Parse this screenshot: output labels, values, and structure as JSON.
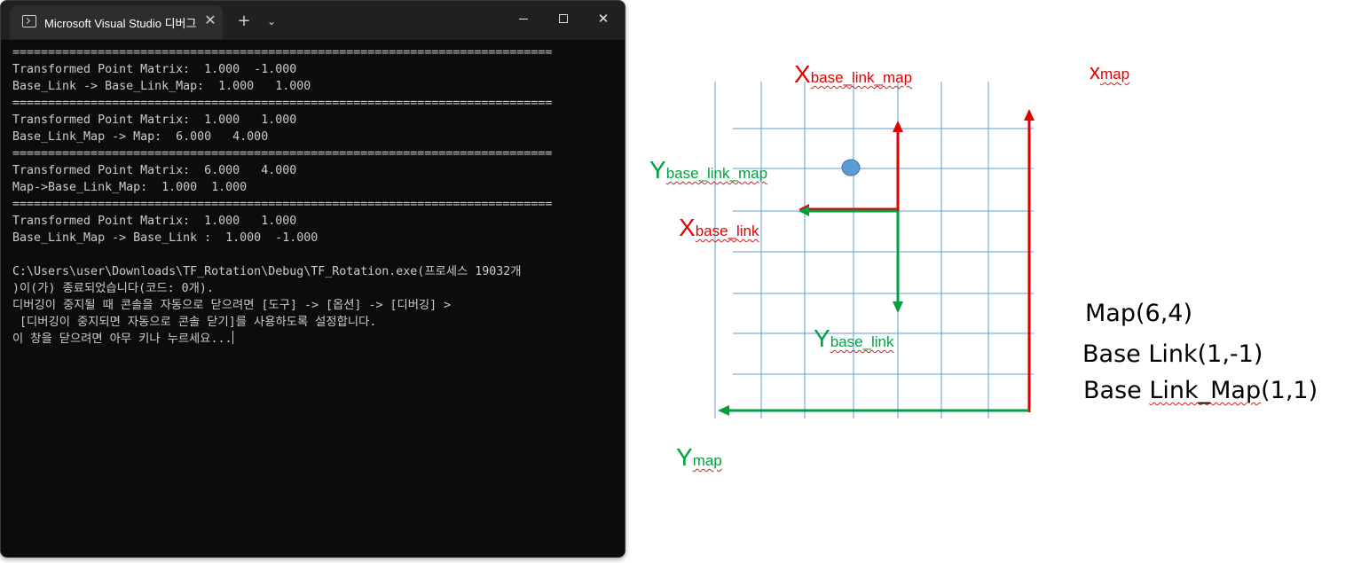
{
  "window": {
    "title": "Microsoft Visual Studio 디버그",
    "close_tab_icon": "close-icon",
    "new_tab_label": "+",
    "tab_menu_label": "⌄",
    "close_label": "✕"
  },
  "console": {
    "lines": [
      "============================================================================",
      "Transformed Point Matrix:  1.000  -1.000",
      "Base_Link -> Base_Link_Map:  1.000   1.000",
      "============================================================================",
      "Transformed Point Matrix:  1.000   1.000",
      "Base_Link_Map -> Map:  6.000   4.000",
      "============================================================================",
      "Transformed Point Matrix:  6.000   4.000",
      "Map->Base_Link_Map:  1.000  1.000",
      "============================================================================",
      "Transformed Point Matrix:  1.000   1.000",
      "Base_Link_Map -> Base_Link :  1.000  -1.000",
      "",
      "C:\\Users\\user\\Downloads\\TF_Rotation\\Debug\\TF_Rotation.exe(프로세스 19032개",
      ")이(가) 종료되었습니다(코드: 0개).",
      "디버깅이 중지될 때 콘솔을 자동으로 닫으려면 [도구] -> [옵션] -> [디버깅] >",
      " [디버깅이 중지되면 자동으로 콘솔 닫기]를 사용하도록 설정합니다.",
      "이 창을 닫으려면 아무 키나 누르세요..."
    ]
  },
  "diagram": {
    "labels": {
      "x_base_link_map": {
        "main": "X",
        "sub": "base_link_map"
      },
      "x_map": {
        "main": "x",
        "sub": "map"
      },
      "y_base_link_map": {
        "main": "Y",
        "sub": "base_link_map"
      },
      "x_base_link": {
        "main": "X",
        "sub": "base_link"
      },
      "y_base_link": {
        "main": "Y",
        "sub": "base_link"
      },
      "y_map": {
        "main": "Y",
        "sub": "map"
      }
    },
    "notes": {
      "map": "Map(6,4)",
      "base_link": "Base Link(1,-1)",
      "base_link_map_prefix": "Base ",
      "base_link_map_wavy": "Link_Map",
      "base_link_map_suffix": "(1,1)"
    },
    "colors": {
      "grid": "#5b9bd5",
      "red_axis": "#e00000",
      "green_axis": "#00a040",
      "point": "#5b9bd5"
    }
  }
}
